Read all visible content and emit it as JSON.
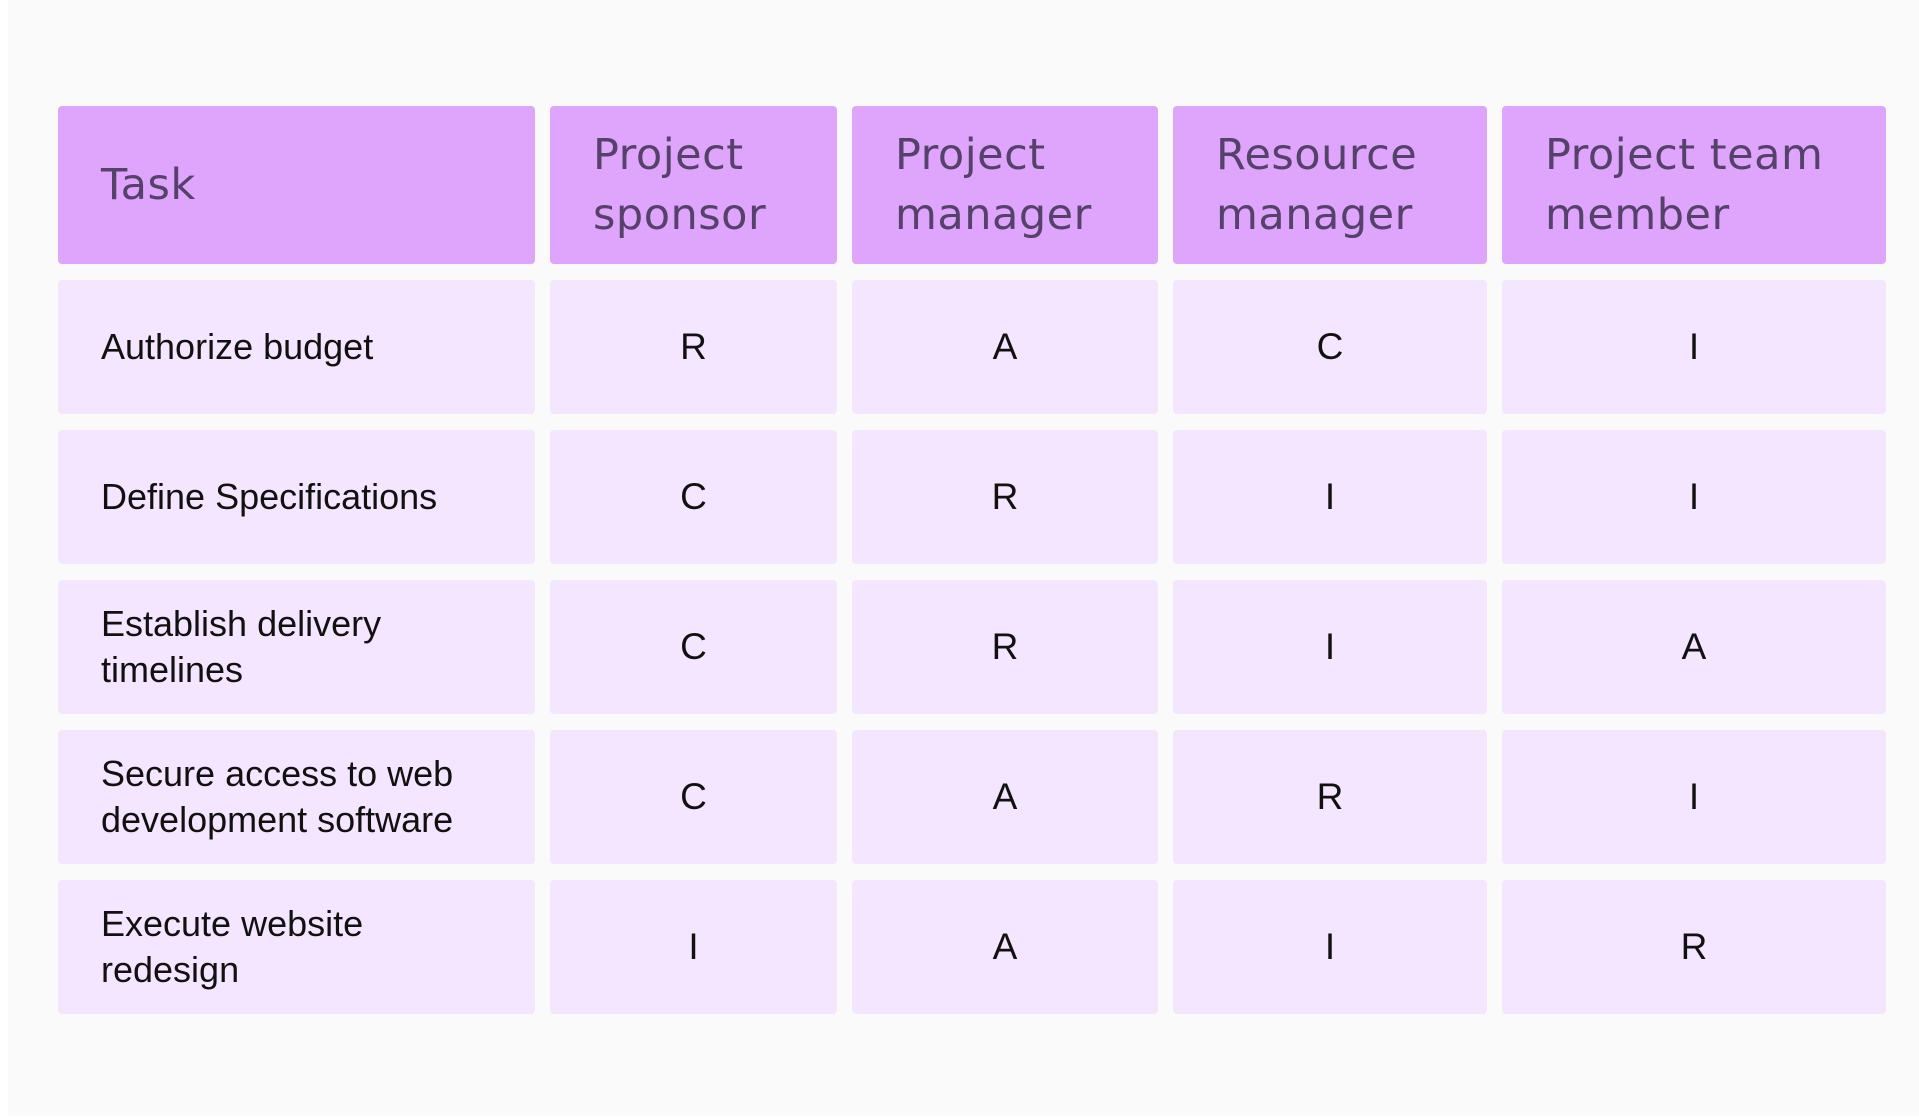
{
  "table": {
    "headers": [
      "Task",
      "Project sponsor",
      "Project manager",
      "Resource manager",
      "Project team member"
    ],
    "rows": [
      {
        "task": "Authorize budget",
        "values": [
          "R",
          "A",
          "C",
          "I"
        ]
      },
      {
        "task": "Define Specifications",
        "values": [
          "C",
          "R",
          "I",
          "I"
        ]
      },
      {
        "task": "Establish delivery timelines",
        "values": [
          "C",
          "R",
          "I",
          "A"
        ]
      },
      {
        "task": "Secure access to web development software",
        "values": [
          "C",
          "A",
          "R",
          "I"
        ]
      },
      {
        "task": "Execute website redesign",
        "values": [
          "I",
          "A",
          "I",
          "R"
        ]
      }
    ]
  },
  "colors": {
    "header_background": "#dfa4fc",
    "header_text": "#54426a",
    "cell_background": "#f3e6fe",
    "cell_text": "#111111",
    "page_background": "#fafafa"
  }
}
